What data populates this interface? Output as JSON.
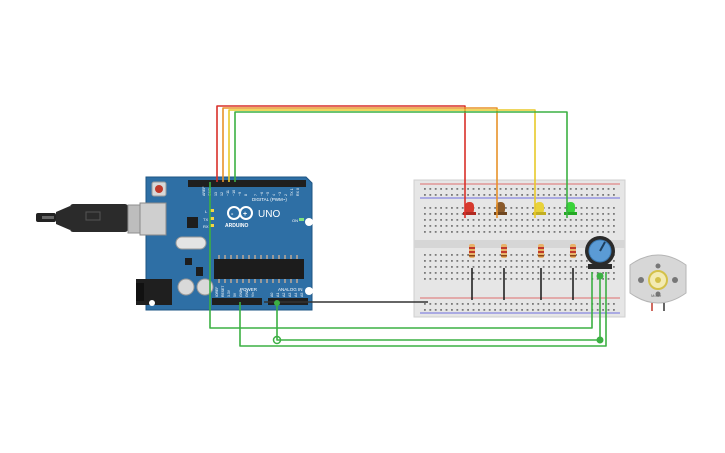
{
  "arduino": {
    "brand": "ARDUINO",
    "model": "UNO",
    "digital_label": "DIGITAL (PWM~)",
    "power_label": "POWER",
    "analog_label": "ANALOG IN",
    "aref_label": "AREF",
    "gnd_label": "GND",
    "tx_label": "TX",
    "rx_label": "RX",
    "on_label": "ON",
    "l_label": "L",
    "digital_pins": [
      "13",
      "12",
      "~11",
      "~10",
      "~9",
      "8",
      "7",
      "~6",
      "~5",
      "4",
      "~3",
      "2",
      "TX 1",
      "RX 0"
    ],
    "power_pins": [
      "IOREF",
      "RESET",
      "3.3V",
      "5V",
      "GND",
      "GND",
      "Vin"
    ],
    "analog_pins": [
      "A0",
      "A1",
      "A2",
      "A3",
      "A4",
      "A5"
    ]
  },
  "motor": {
    "label": "Motor"
  },
  "leds": [
    {
      "color": "#d63a2e"
    },
    {
      "color": "#8a5a2b"
    },
    {
      "color": "#e8d23a"
    },
    {
      "color": "#39d339"
    }
  ],
  "wire_colors": {
    "red": "#d9302a",
    "orange": "#e8922a",
    "yellow": "#e8c92a",
    "green": "#3cb043",
    "black": "#333333"
  }
}
